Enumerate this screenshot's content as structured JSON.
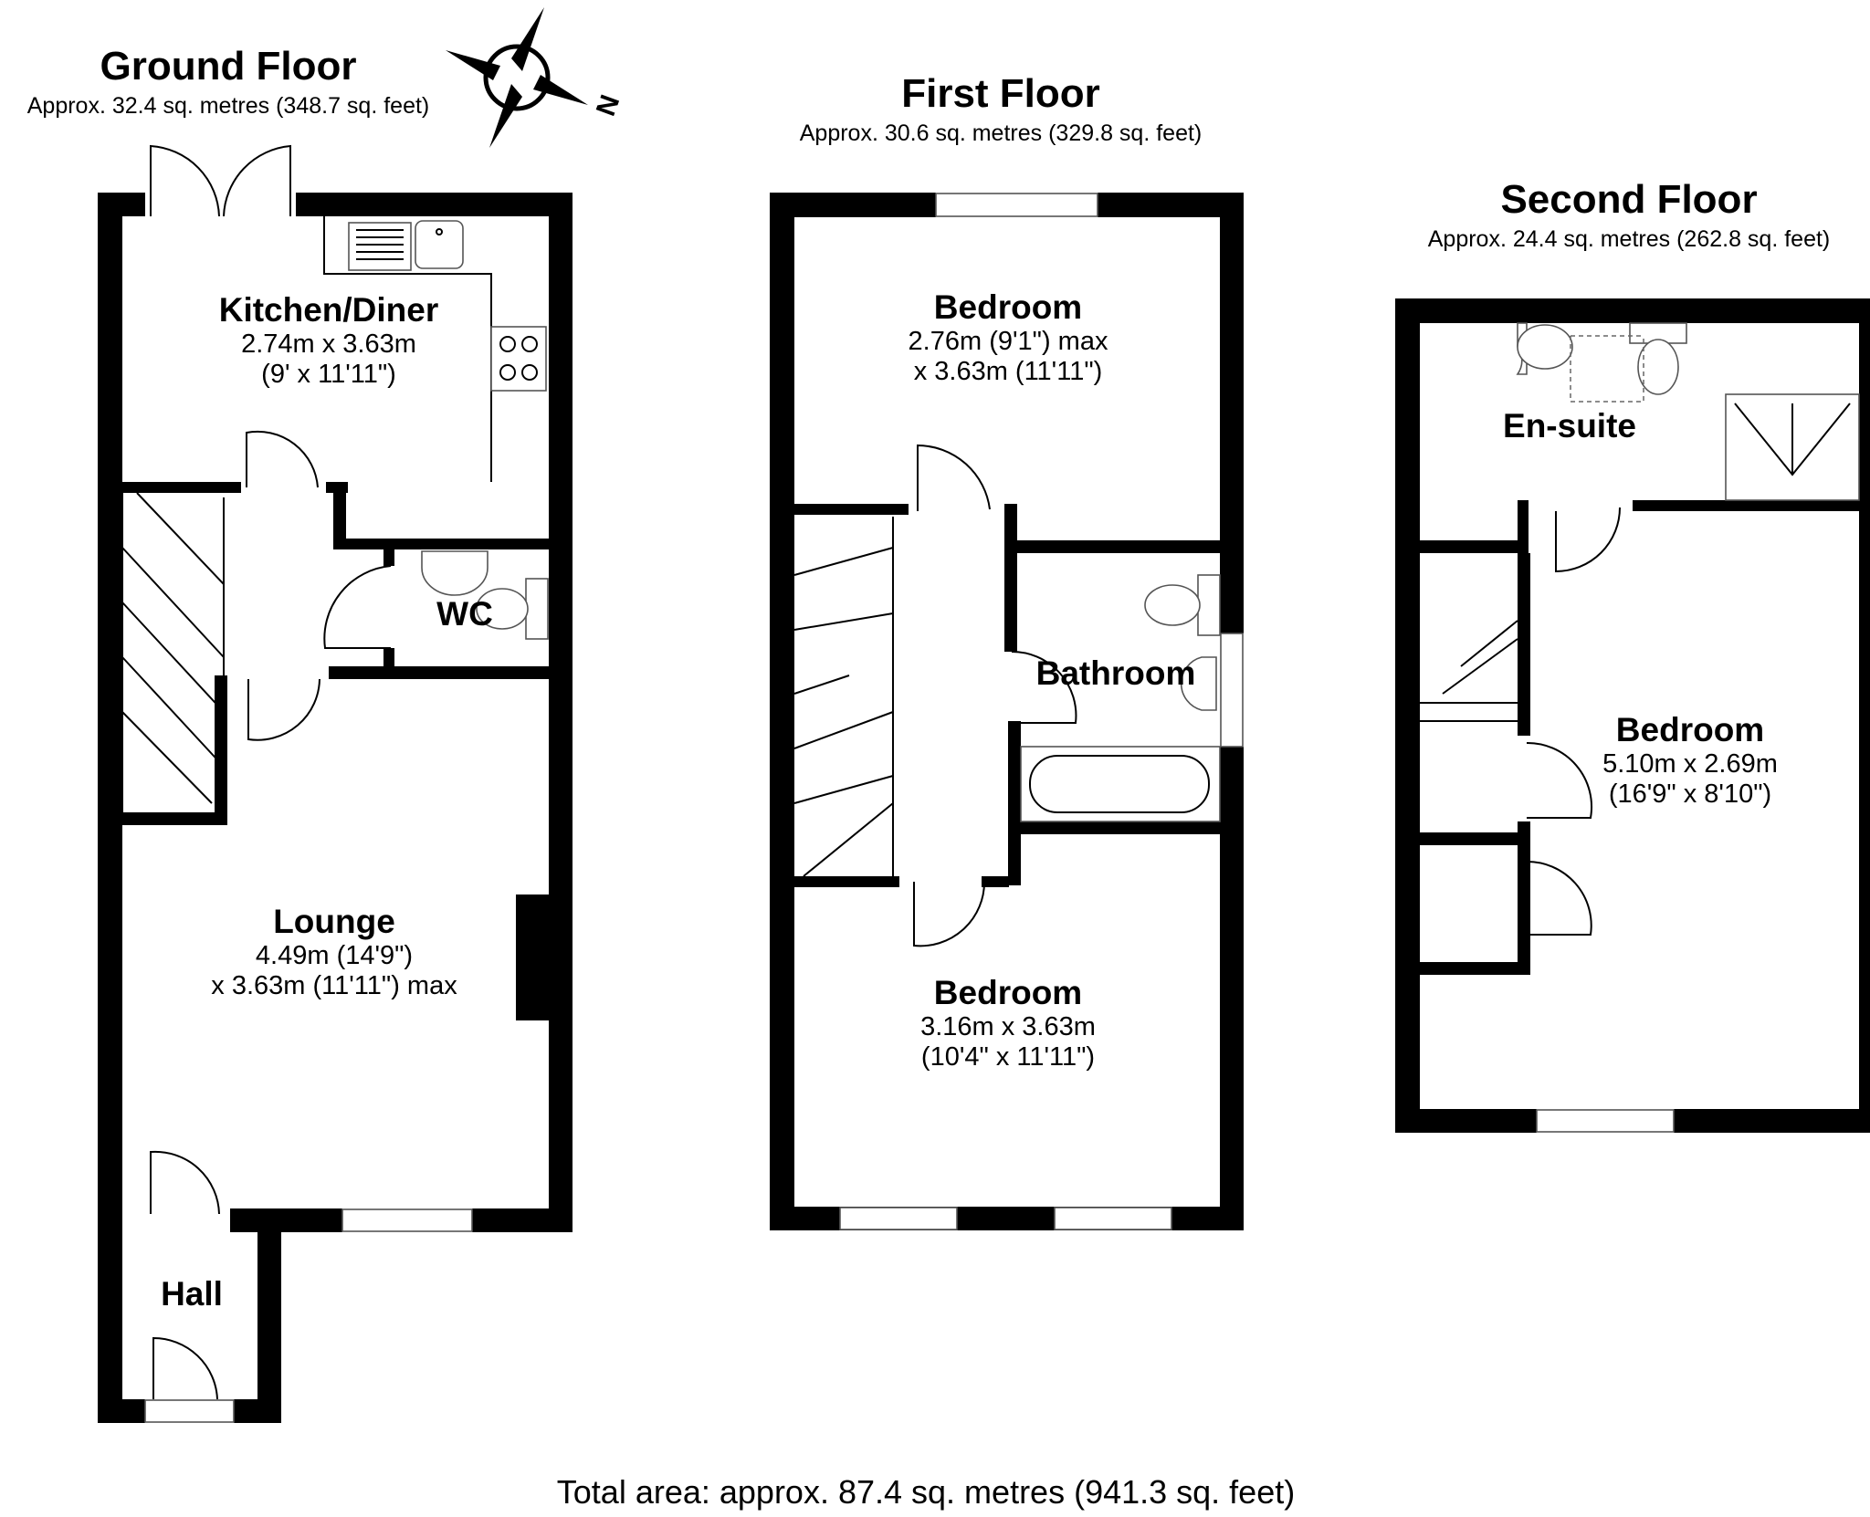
{
  "compass": {
    "label": "N",
    "icon": "compass-icon"
  },
  "floors": [
    {
      "title": "Ground Floor",
      "area": "Approx. 32.4 sq. metres (348.7 sq. feet)",
      "rooms": [
        {
          "name": "Kitchen/Diner",
          "dims": [
            "2.74m x 3.63m",
            "(9' x 11'11\")"
          ]
        },
        {
          "name": "WC",
          "dims": []
        },
        {
          "name": "Lounge",
          "dims": [
            "4.49m (14'9\")",
            "x 3.63m (11'11\") max"
          ]
        },
        {
          "name": "Hall",
          "dims": []
        }
      ]
    },
    {
      "title": "First Floor",
      "area": "Approx. 30.6 sq. metres (329.8 sq. feet)",
      "rooms": [
        {
          "name": "Bedroom",
          "dims": [
            "2.76m (9'1\") max",
            "x 3.63m (11'11\")"
          ]
        },
        {
          "name": "Bathroom",
          "dims": []
        },
        {
          "name": "Bedroom",
          "dims": [
            "3.16m x 3.63m",
            "(10'4\" x 11'11\")"
          ]
        }
      ]
    },
    {
      "title": "Second Floor",
      "area": "Approx. 24.4 sq. metres (262.8 sq. feet)",
      "rooms": [
        {
          "name": "En-suite",
          "dims": []
        },
        {
          "name": "Bedroom",
          "dims": [
            "5.10m x 2.69m",
            "(16'9\" x 8'10\")"
          ]
        }
      ]
    }
  ],
  "total_area": "Total area: approx. 87.4 sq. metres (941.3 sq. feet)",
  "colors": {
    "walls": "#000000",
    "background": "#ffffff",
    "fixtures": "#555555"
  }
}
